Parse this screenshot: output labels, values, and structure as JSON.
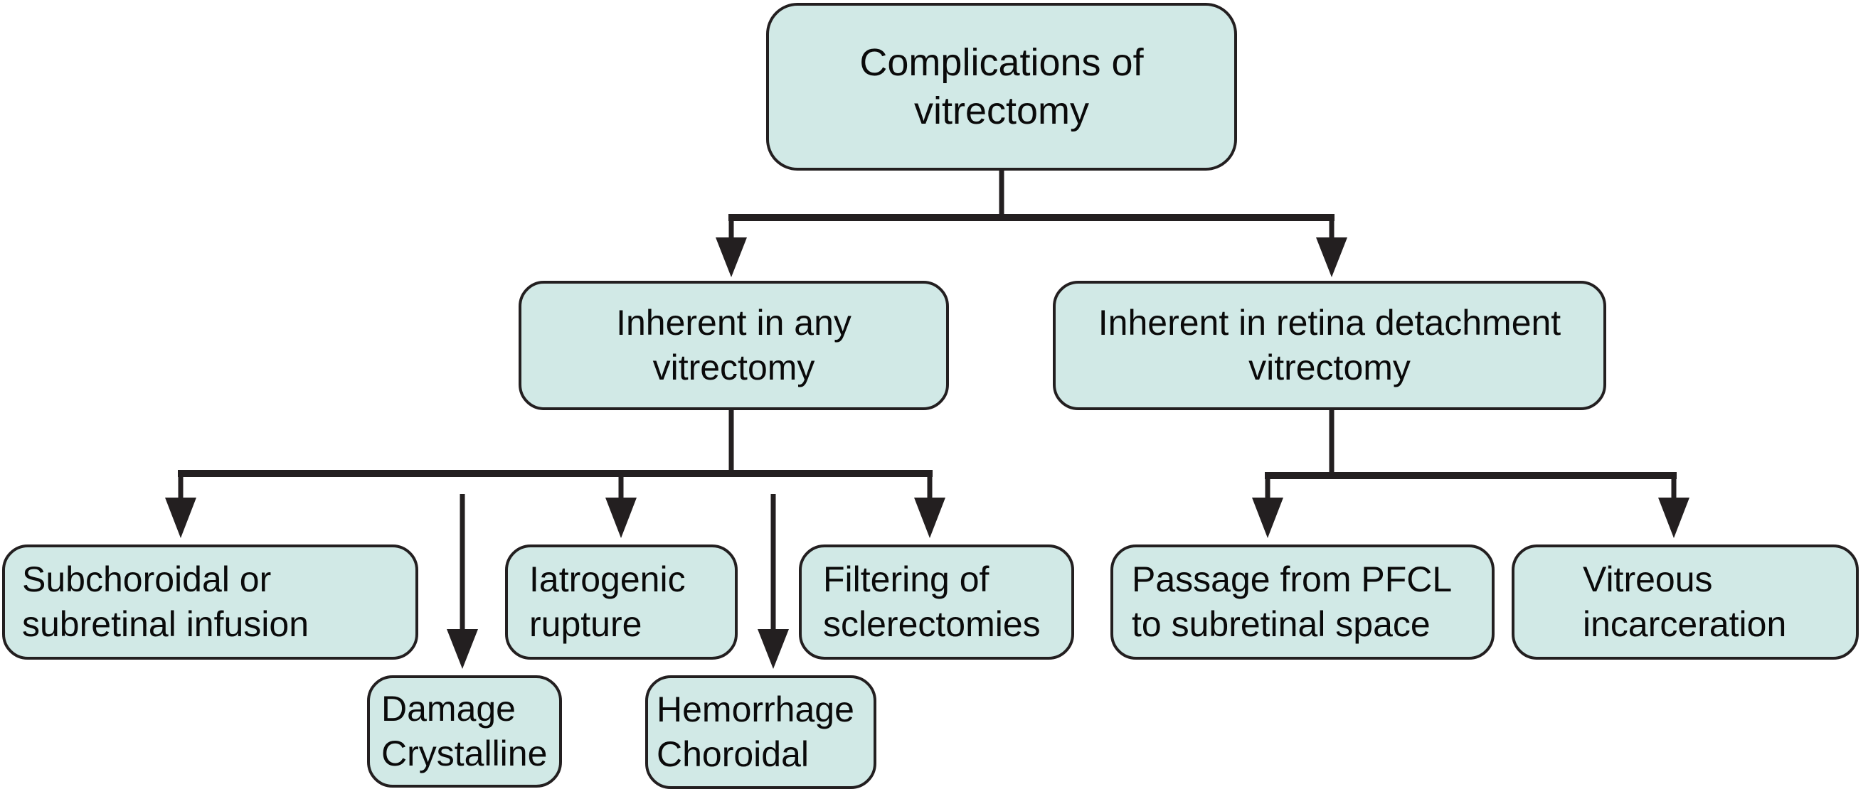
{
  "figure": {
    "title": "Complications of vitrectomy",
    "type": "flowchart"
  },
  "colors": {
    "box_fill": "#d1e9e6",
    "box_border": "#231f20",
    "line_color": "#231f20",
    "text_color": "#0a0a0a",
    "background": "#ffffff"
  },
  "nodes": {
    "root": {
      "lines": [
        "Complications of",
        "vitrectomy"
      ]
    },
    "any": {
      "lines": [
        "Inherent in any",
        "vitrectomy"
      ]
    },
    "rd": {
      "lines": [
        "Inherent in retina detachment",
        "vitrectomy"
      ]
    },
    "subchoroidal": {
      "lines": [
        "Subchoroidal or",
        "subretinal infusion"
      ]
    },
    "damage": {
      "lines": [
        "Damage",
        "Crystalline"
      ]
    },
    "iatrogenic": {
      "lines": [
        "Iatrogenic",
        "rupture"
      ]
    },
    "hemorrhage": {
      "lines": [
        "Hemorrhage",
        "Choroidal"
      ]
    },
    "filtering": {
      "lines": [
        "Filtering of",
        "sclerectomies"
      ]
    },
    "passage": {
      "lines": [
        "Passage from PFCL",
        "to subretinal space"
      ]
    },
    "vitreous": {
      "lines": [
        "Vitreous",
        "incarceration"
      ]
    }
  },
  "edges": [
    {
      "from": "root",
      "to": "any"
    },
    {
      "from": "root",
      "to": "rd"
    },
    {
      "from": "any",
      "to": "subchoroidal"
    },
    {
      "from": "any",
      "to": "damage"
    },
    {
      "from": "any",
      "to": "iatrogenic"
    },
    {
      "from": "any",
      "to": "hemorrhage"
    },
    {
      "from": "any",
      "to": "filtering"
    },
    {
      "from": "rd",
      "to": "passage"
    },
    {
      "from": "rd",
      "to": "vitreous"
    }
  ]
}
